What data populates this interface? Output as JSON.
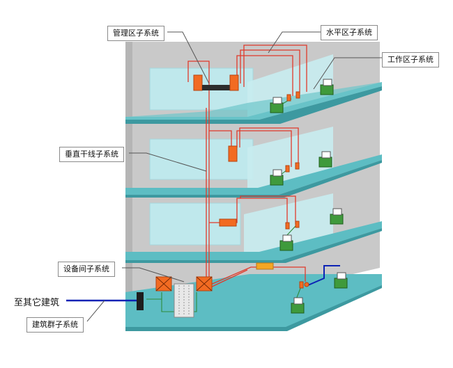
{
  "labels": {
    "management": "管理区子系统",
    "horizontal": "水平区子系统",
    "work_area": "工作区子系统",
    "vertical_backbone": "垂直干线子系统",
    "equipment_room": "设备间子系统",
    "to_other_buildings": "至其它建筑",
    "campus": "建筑群子系统"
  },
  "colors": {
    "building_wall": "#c9c9c9",
    "floor_slab": "#5dbdc3",
    "glass_panel": "#bfe8ec",
    "cable": "#e0392a",
    "patch_panel": "#f26b22",
    "outlet": "#f26b22",
    "workstation": "#3f9a3c",
    "campus_link": "#0c22b5",
    "leader_line": "#555555"
  },
  "icons": {
    "workstation": "desktop-computer-icon",
    "rack": "equipment-rack-icon",
    "distribution_frame": "patch-panel-icon"
  }
}
